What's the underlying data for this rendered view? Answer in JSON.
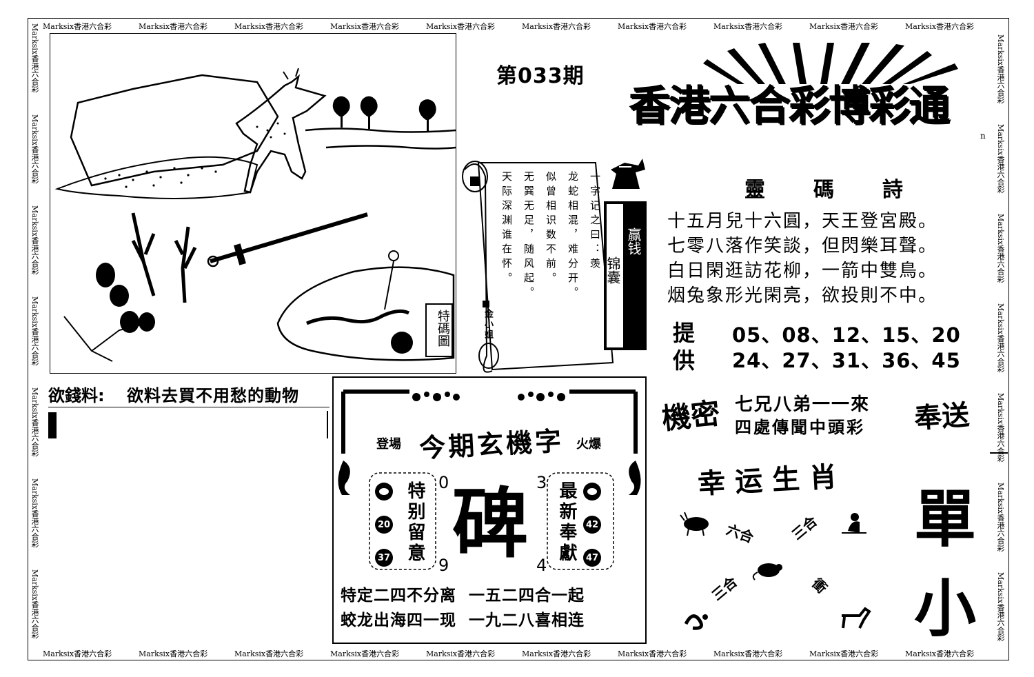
{
  "watermark": "Marksix香港六合彩",
  "header": {
    "issue": "第033期",
    "title": "香港六合彩博彩通",
    "stray_mark": "n"
  },
  "riddle": {
    "label": "欲錢料:",
    "text": "欲料去買不用愁的動物"
  },
  "scroll": {
    "columns": [
      "一字记之曰：羡",
      "龙蛇相混，难分开。",
      "似曾相识数不前。",
      "无巽无足，随风起。",
      "天际深渊谁在怀。"
    ],
    "author": "金小姐",
    "bag_label_a": "锦囊",
    "bag_label_b": "赢钱"
  },
  "picture": {
    "tag": "特碼圖"
  },
  "poem": {
    "title": [
      "靈",
      "碼",
      "詩"
    ],
    "lines": [
      "十五月兒十六圓，天王登宮殿。",
      "七零八落作笑談，但閃樂耳聲。",
      "白日閑逛訪花柳，一箭中雙鳥。",
      "烟兔象形光閑亮，欲投則不中。"
    ],
    "provide_label_1": "提",
    "provide_label_2": "供",
    "numbers_row_1": "05、08、12、15、20",
    "numbers_row_2": "24、27、31、36、45"
  },
  "secret": {
    "label": "機密",
    "line_1": "七兄八弟一一來",
    "line_2": "四處傳聞中頭彩",
    "send_label": "奉送"
  },
  "xuanji": {
    "left_tag": "登場",
    "title": "今期玄機字",
    "right_tag": "火爆",
    "big_char": "碑",
    "digit_top_left": "0",
    "digit_top_right": "3",
    "digit_bottom_left": "9",
    "digit_bottom_right": "4",
    "left_vertical": "特别留意",
    "right_vertical": "最新奉獻",
    "left_balls": [
      "",
      "20",
      "37"
    ],
    "right_balls": [
      "",
      "42",
      "47"
    ],
    "footer_1": "特定二四不分离  一五二四合一起",
    "footer_2": "蛟龙出海四一现  一九二八喜相连"
  },
  "lucky": {
    "title": "幸运生肖",
    "relations": [
      "六合",
      "三合",
      "三合",
      "衝"
    ],
    "animal_icons": [
      "ox-icon",
      "monkey-icon",
      "rat-icon",
      "snake-icon",
      "horse-icon"
    ]
  },
  "danxiao": {
    "char_1": "單",
    "char_2": "小"
  }
}
